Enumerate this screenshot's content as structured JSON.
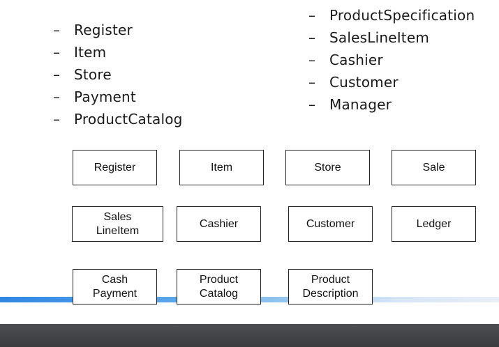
{
  "left_list": [
    {
      "dash": "–",
      "label": "Register"
    },
    {
      "dash": "–",
      "label": "Item"
    },
    {
      "dash": "–",
      "label": "Store"
    },
    {
      "dash": "–",
      "label": "Payment"
    },
    {
      "dash": "–",
      "label": "ProductCatalog"
    }
  ],
  "right_list": [
    {
      "dash": "–",
      "label": "ProductSpecification"
    },
    {
      "dash": "–",
      "label": "SalesLineItem"
    },
    {
      "dash": "–",
      "label": "Cashier"
    },
    {
      "dash": "–",
      "label": "Customer"
    },
    {
      "dash": "–",
      "label": "Manager"
    }
  ],
  "boxes": [
    {
      "label": "Register"
    },
    {
      "label": "Item"
    },
    {
      "label": "Store"
    },
    {
      "label": "Sale"
    },
    {
      "label": "Sales\nLineItem"
    },
    {
      "label": "Cashier"
    },
    {
      "label": "Customer"
    },
    {
      "label": "Ledger"
    },
    {
      "label": "Cash\nPayment"
    },
    {
      "label": "Product\nCatalog"
    },
    {
      "label": "Product\nDescription"
    }
  ]
}
